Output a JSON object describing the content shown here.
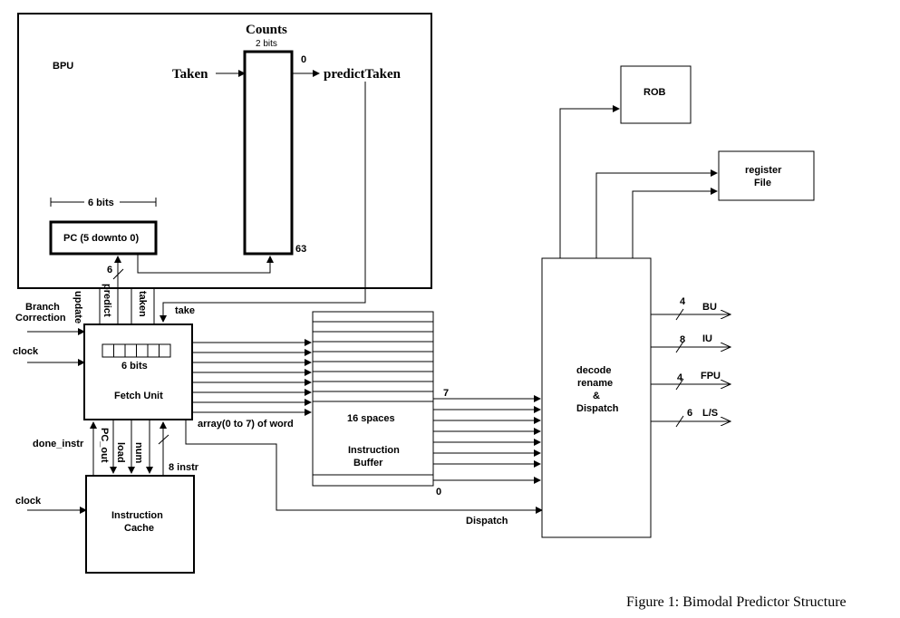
{
  "bpu": {
    "title": "BPU",
    "counts_title": "Counts",
    "counts_width": "2 bits",
    "taken_label": "Taken",
    "index_top": "0",
    "index_bottom": "63",
    "predict_taken_label": "predictTaken",
    "pc_bits_label": "6 bits",
    "pc_label": "PC (5 downto 0)"
  },
  "fetch": {
    "title": "Fetch Unit",
    "reg_bits_label": "6 bits",
    "bus_width_6": "6",
    "update_label": "update",
    "predict_label": "predict",
    "taken_label": "taken",
    "take_label": "take",
    "branch_correction_label": "Branch\nCorrection",
    "branch_correction_line1": "Branch",
    "branch_correction_line2": "Correction",
    "clock_label": "clock",
    "array_label": "array(0 to 7) of word"
  },
  "cache": {
    "title_line1": "Instruction",
    "title_line2": "Cache",
    "clock_label": "clock",
    "done_instr_label": "done_instr",
    "pc_out_label": "PC_out",
    "load_label": "load",
    "num_label": "num",
    "instr_label": "8 instr"
  },
  "buffer": {
    "spaces_label": "16 spaces",
    "title_line1": "Instruction",
    "title_line2": "Buffer",
    "top_index": "7",
    "bottom_index": "0"
  },
  "dispatch": {
    "line1": "decode",
    "line2": "rename",
    "line3": "&",
    "line4": "Dispatch",
    "dispatch_label": "Dispatch",
    "rob_label": "ROB",
    "regfile_line1": "register",
    "regfile_line2": "File",
    "outputs": [
      {
        "width": "4",
        "label": "BU"
      },
      {
        "width": "8",
        "label": "IU"
      },
      {
        "width": "4",
        "label": "FPU"
      },
      {
        "width": "6",
        "label": "L/S"
      }
    ]
  },
  "caption": "Figure 1:  Bimodal Predictor Structure"
}
